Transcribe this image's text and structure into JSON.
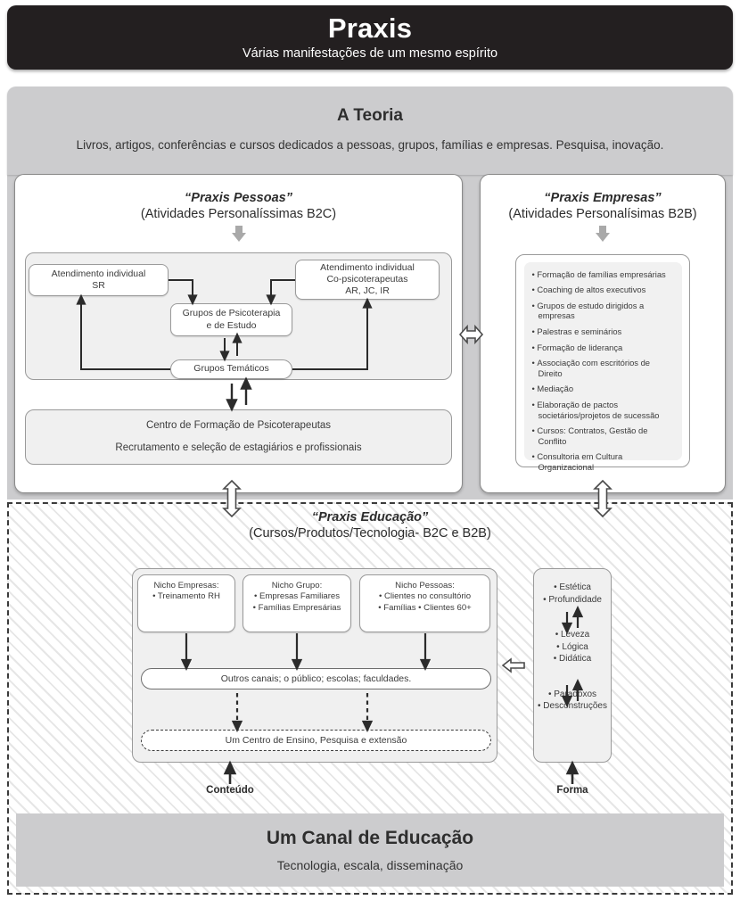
{
  "banner": {
    "title": "Praxis",
    "subtitle": "Várias manifestações de um mesmo espírito"
  },
  "teoria": {
    "title": "A Teoria",
    "subtitle": "Livros, artigos, conferências e cursos dedicados a pessoas, grupos, famílias e empresas. Pesquisa, inovação."
  },
  "pessoas": {
    "title": "“Praxis Pessoas”",
    "subtitle": "(Atividades Personalíssimas B2C)",
    "box_sr_line1": "Atendimento individual",
    "box_sr_line2": "SR",
    "box_co_line1": "Atendimento individual",
    "box_co_line2": "Co-psicoterapeutas",
    "box_co_line3": "AR, JC, IR",
    "box_grupos_psico_line1": "Grupos de Psicoterapia",
    "box_grupos_psico_line2": "e de Estudo",
    "box_grupos_tematicos": "Grupos Temáticos",
    "centro_line1": "Centro de Formação de Psicoterapeutas",
    "centro_line2": "Recrutamento e seleção de estagiários e profissionais"
  },
  "empresas": {
    "title": "“Praxis Empresas”",
    "subtitle": "(Atividades Personalísimas B2B)",
    "items": [
      "Formação de famílias empresárias",
      "Coaching de altos executivos",
      "Grupos de estudo dirigidos a empresas",
      "Palestras e seminários",
      "Formação de liderança",
      "Associação com escritórios de Direito",
      "Mediação",
      "Elaboração de pactos societários/projetos de sucessão",
      "Cursos: Contratos, Gestão de Conflito",
      "Consultoria em Cultura Organizacional"
    ]
  },
  "educacao": {
    "title": "“Praxis Educação”",
    "subtitle": "(Cursos/Produtos/Tecnologia- B2C e B2B)",
    "nichos": [
      {
        "header": "Nicho Empresas:",
        "bullets": [
          "• Treinamento RH"
        ]
      },
      {
        "header": "Nicho Grupo:",
        "bullets": [
          "• Empresas Familiares",
          "• Famílias Empresárias"
        ]
      },
      {
        "header": "Nicho Pessoas:",
        "bullets": [
          "• Clientes no consultório",
          "• Famílias   • Clientes 60+"
        ]
      }
    ],
    "outros_canais": "Outros canais; o público; escolas; faculdades.",
    "um_centro": "Um Centro de Ensino, Pesquisa e extensão",
    "label_conteudo": "Conteúdo",
    "label_forma": "Forma",
    "forma": {
      "group1": [
        "• Estética",
        "• Profundidade"
      ],
      "group2": [
        "• Leveza",
        "• Lógica",
        "• Didática"
      ],
      "group3": [
        "• Paradoxos",
        "• Desconstruções"
      ]
    }
  },
  "canal": {
    "title": "Um Canal de Educação",
    "subtitle": "Tecnologia, escala, disseminação"
  },
  "colors": {
    "banner_bg": "#231f20",
    "panel_gray": "#ccccce",
    "inner_gray": "#f0f0f0",
    "border_gray": "#9a9a9a",
    "arrow_gray": "#a9a9a9",
    "text": "#3a3a3a"
  }
}
